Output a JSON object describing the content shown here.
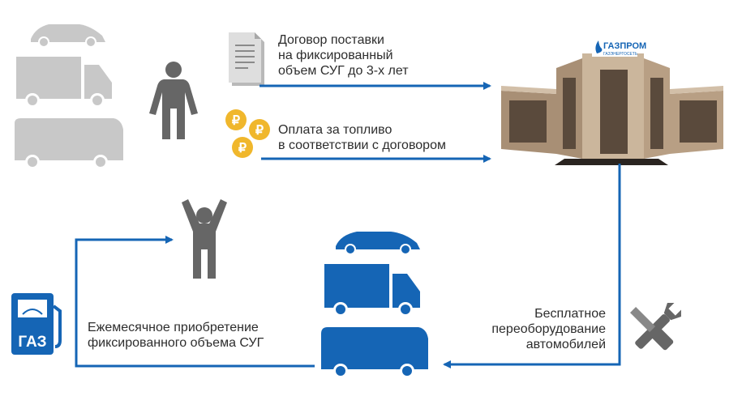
{
  "labels": {
    "contract": [
      "Договор поставки",
      "на фиксированный",
      "объем СУГ до 3-х лет"
    ],
    "payment": [
      "Оплата за топливо",
      "в соответствии с договором"
    ],
    "purchase": [
      "Ежемесячное приобретение",
      "фиксированного объема СУГ"
    ],
    "conversion": [
      "Бесплатное",
      "переоборудование",
      "автомобилей"
    ]
  },
  "brand": {
    "name": "ГАЗПРОМ",
    "sub": "ГАЗЭНЕРГОСЕТЬ"
  },
  "pump_label": "ГАЗ",
  "coin_symbol": "₽",
  "colors": {
    "arrow_blue": "#1565b5",
    "vehicle_blue": "#1565b5",
    "vehicle_gray": "#c8c8c8",
    "person_gray": "#666666",
    "building_tan": "#bda58a",
    "building_dark": "#5a4a3c",
    "coin_gold": "#f0b72c",
    "text": "#2d2d2d"
  },
  "icons": [
    "car-icon",
    "truck-icon",
    "bus-icon",
    "person-icon",
    "person-cheering-icon",
    "document-icon",
    "ruble-coin-icon",
    "building-icon",
    "gas-pump-icon",
    "wrench-screwdriver-icon"
  ]
}
